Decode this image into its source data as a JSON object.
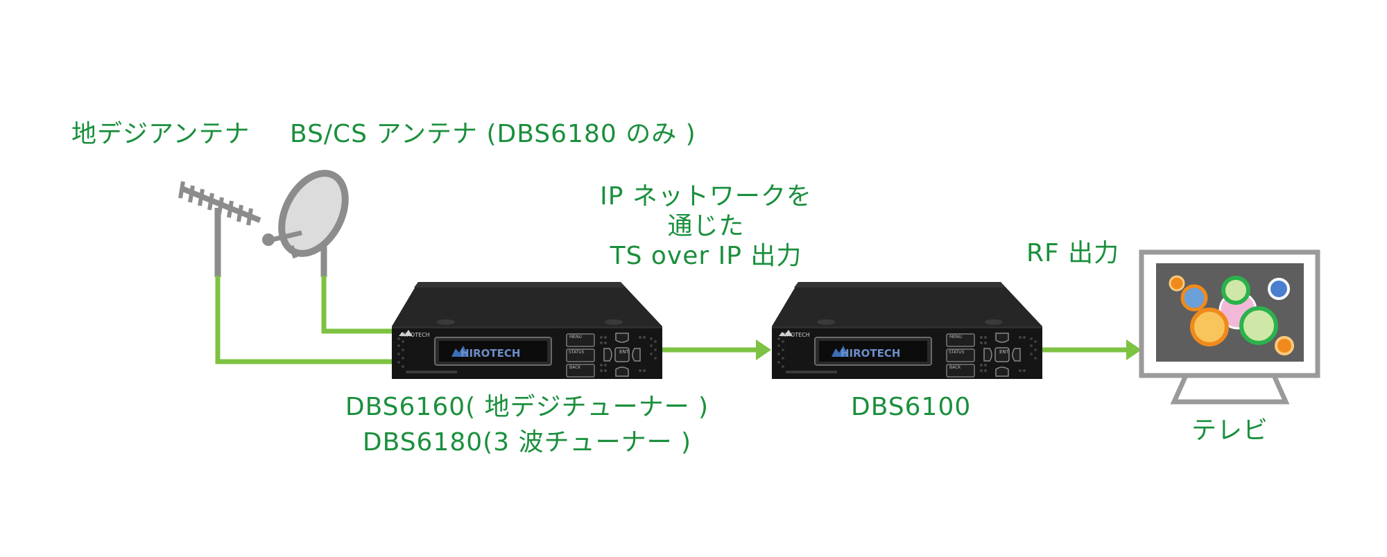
{
  "colors": {
    "label_green": "#1a8f3c",
    "line_green": "#7dc242",
    "antenna_gray": "#8c8c8c",
    "device_black": "#1c1c1c",
    "tv_frame": "#9a9a9a"
  },
  "labels": {
    "terrestrial_antenna": "地デジアンテナ",
    "bs_cs_antenna": "BS/CS アンテナ (DBS6180 のみ )",
    "ip_network_line1": "IP ネットワークを",
    "ip_network_line2": "通じた",
    "ip_network_line3": "TS over IP 出力",
    "rf_output": "RF 出力",
    "device1_line1": "DBS6160( 地デジチューナー )",
    "device1_line2": "DBS6180(3 波チューナー )",
    "device2": "DBS6100",
    "tv": "テレビ"
  },
  "device": {
    "brand": "HIROTECH",
    "display_logo": "HIROTECH",
    "btn_menu": "MENU",
    "btn_status": "STATUS",
    "btn_back": "BACK",
    "btn_ent": "ENT"
  },
  "icons": {
    "terrestrial": "yagi-antenna-icon",
    "satellite": "satellite-dish-icon",
    "tv": "television-icon"
  }
}
